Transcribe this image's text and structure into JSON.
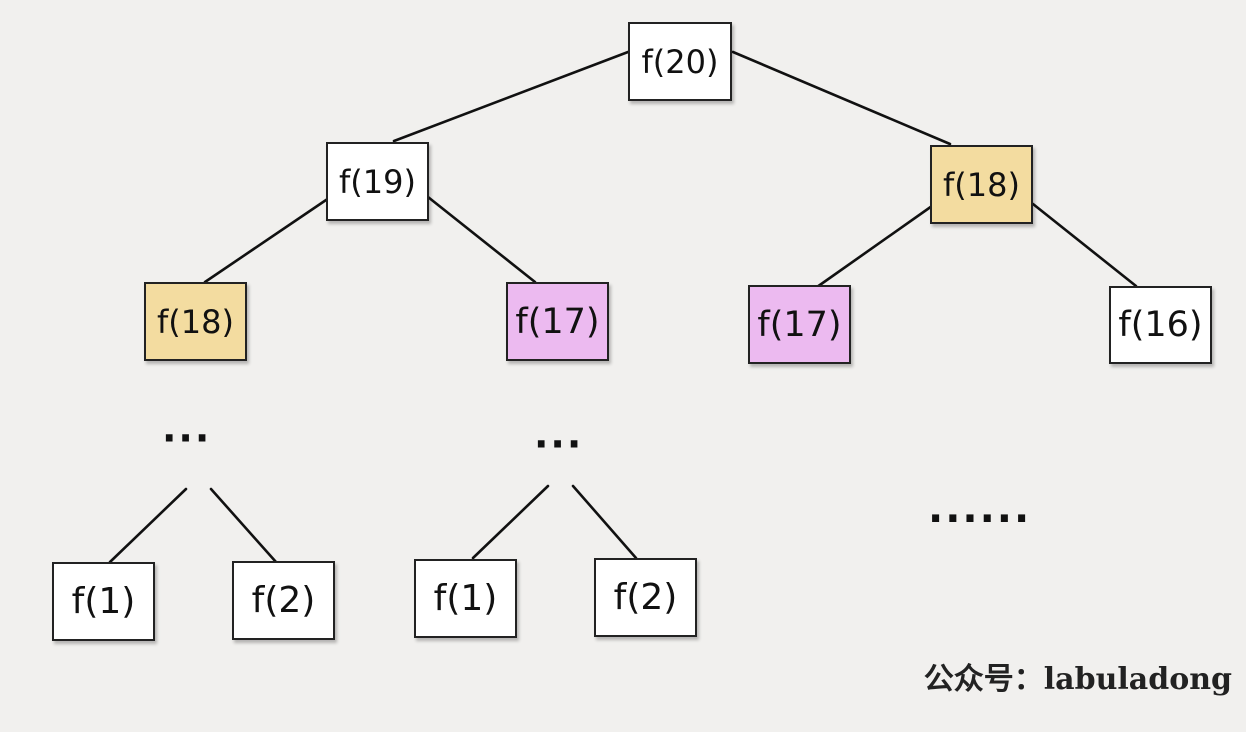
{
  "tree": {
    "nodes": {
      "root": {
        "label": "f(20)",
        "color": "#ffffff"
      },
      "l1_left": {
        "label": "f(19)",
        "color": "#ffffff"
      },
      "l1_right": {
        "label": "f(18)",
        "color": "#f3dca0"
      },
      "l2_a": {
        "label": "f(18)",
        "color": "#f3dca0"
      },
      "l2_b": {
        "label": "f(17)",
        "color": "#ecbaf0"
      },
      "l2_c": {
        "label": "f(17)",
        "color": "#ecbaf0"
      },
      "l2_d": {
        "label": "f(16)",
        "color": "#ffffff"
      },
      "leaf_a1": {
        "label": "f(1)",
        "color": "#ffffff"
      },
      "leaf_a2": {
        "label": "f(2)",
        "color": "#ffffff"
      },
      "leaf_b1": {
        "label": "f(1)",
        "color": "#ffffff"
      },
      "leaf_b2": {
        "label": "f(2)",
        "color": "#ffffff"
      }
    },
    "ellipsis_short": "···",
    "ellipsis_long": "······",
    "highlight_colors": {
      "repeated_f18": "#f3dca0",
      "repeated_f17": "#ecbaf0"
    }
  },
  "watermark": "公众号：labuladong"
}
